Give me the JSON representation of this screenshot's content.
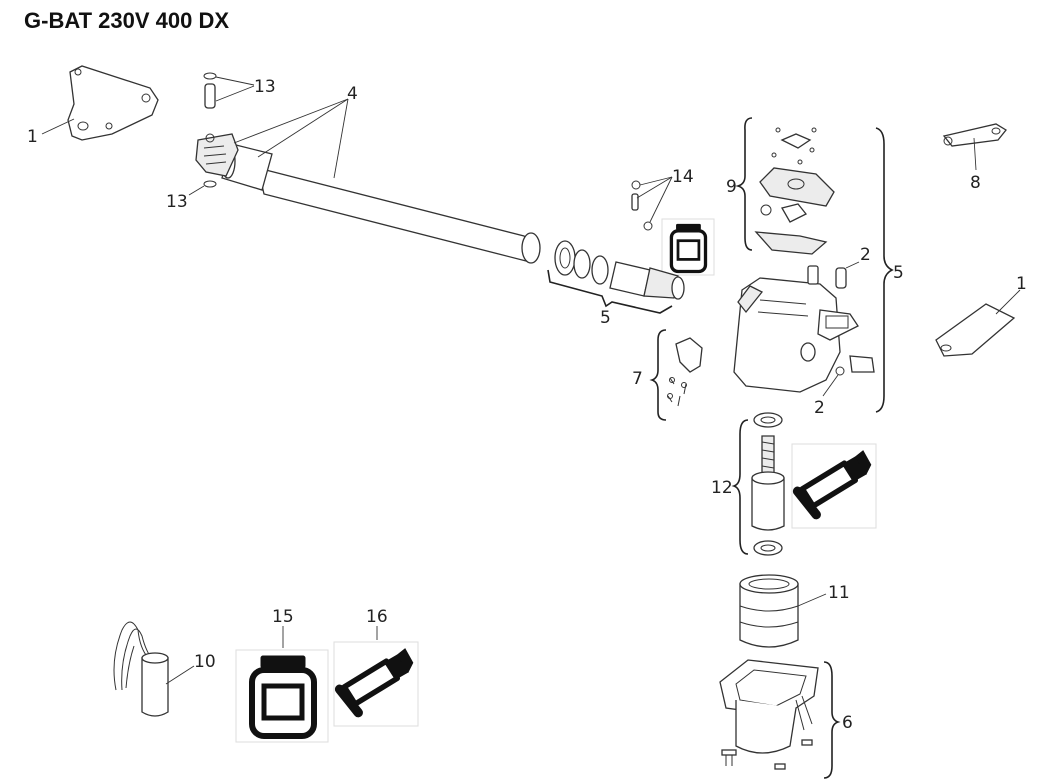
{
  "title": "G-BAT 230V 400 DX",
  "callouts": {
    "c1a": "1",
    "c1b": "1",
    "c2a": "2",
    "c2b": "2",
    "c4": "4",
    "c5a": "5",
    "c5b": "5",
    "c6": "6",
    "c7": "7",
    "c8": "8",
    "c9": "9",
    "c10": "10",
    "c11": "11",
    "c12": "12",
    "c13a": "13",
    "c13b": "13",
    "c14": "14",
    "c15": "15",
    "c16": "16"
  },
  "icons": {
    "jar": "grease-jar-icon",
    "tube": "grease-tube-icon"
  }
}
